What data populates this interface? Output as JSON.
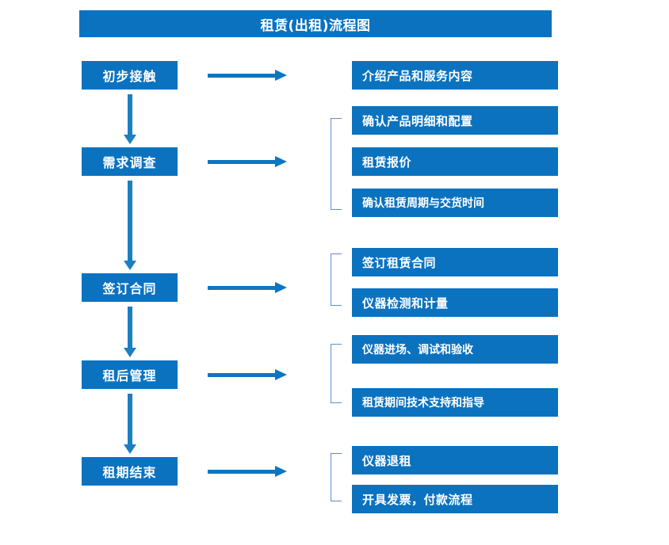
{
  "diagram": {
    "title": "租赁(出租)流程图",
    "accent_color": "#0B72C0",
    "bracket_color": "#5B8FC9",
    "arrow_color": "#0C76C2",
    "stages": [
      {
        "label": "初步接触"
      },
      {
        "label": "需求调查"
      },
      {
        "label": "签订合同"
      },
      {
        "label": "租后管理"
      },
      {
        "label": "租期结束"
      }
    ],
    "details": [
      {
        "label": "介绍产品和服务内容"
      },
      {
        "label": "确认产品明细和配置"
      },
      {
        "label": "租赁报价"
      },
      {
        "label": "确认租赁周期与交货时间"
      },
      {
        "label": "签订租赁合同"
      },
      {
        "label": "仪器检测和计量"
      },
      {
        "label": "仪器进场、调试和验收"
      },
      {
        "label": "租赁期间技术支持和指导"
      },
      {
        "label": "仪器退租"
      },
      {
        "label": "开具发票，付款流程"
      }
    ],
    "groups": [
      {
        "name": "需求调查-group",
        "members": [
          "确认产品明细和配置",
          "租赁报价",
          "确认租赁周期与交货时间"
        ]
      },
      {
        "name": "签订合同-group",
        "members": [
          "签订租赁合同",
          "仪器检测和计量"
        ]
      },
      {
        "name": "租后管理-group",
        "members": [
          "仪器进场、调试和验收",
          "租赁期间技术支持和指导"
        ]
      },
      {
        "name": "租期结束-group",
        "members": [
          "仪器退租",
          "开具发票，付款流程"
        ]
      }
    ]
  }
}
